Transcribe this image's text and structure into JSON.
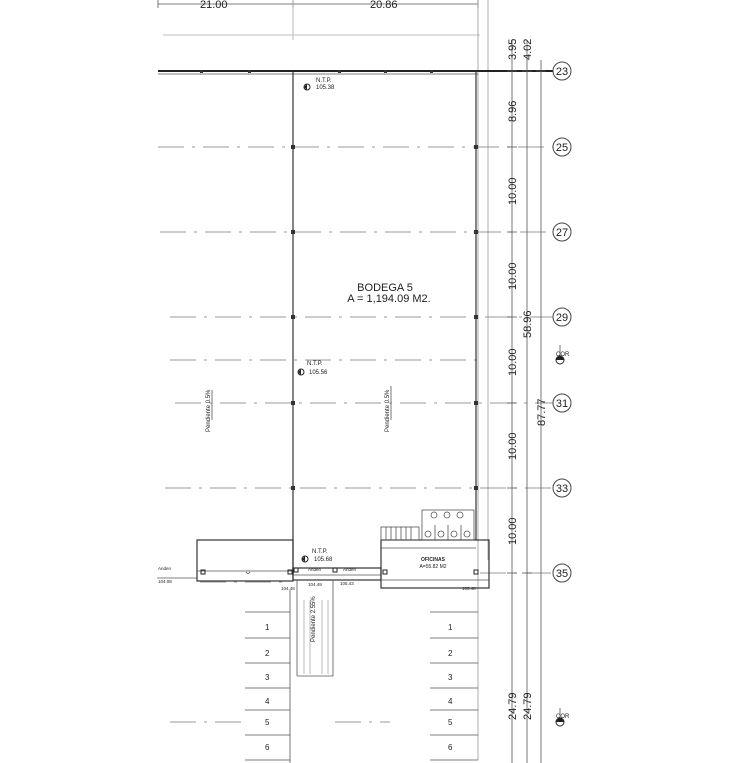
{
  "top_dimensions": [
    "21.00",
    "20.86"
  ],
  "right_dimensions": {
    "inner": [
      "3.95",
      "8.96",
      "10.00",
      "10.00",
      "10.00",
      "10.00",
      "10.00",
      "24.79"
    ],
    "outer": [
      "4.02",
      "58.96",
      "87.77",
      "24.79"
    ]
  },
  "grid_axes": [
    "23",
    "25",
    "27",
    "29",
    "31",
    "33",
    "35"
  ],
  "cor_markers": [
    "COR",
    "COR"
  ],
  "bodega": {
    "name": "BODEGA 5",
    "area": "A = 1,194.09 M2."
  },
  "levels": [
    {
      "label": "N.T.P.",
      "value": "105.38"
    },
    {
      "label": "N.T.P.",
      "value": "105.56"
    },
    {
      "label": "N.T.P.",
      "value": "105.68"
    }
  ],
  "slopes": [
    "Pendiente 0.5%",
    "Pendiente 0.5%",
    "Pendiente 2.55%"
  ],
  "anden_labels": [
    "Anden",
    "Anden",
    "Anden"
  ],
  "small_levels": [
    "104.08",
    "104.48",
    "104.49",
    "105.43",
    "105.48"
  ],
  "oficinas": {
    "name": "OFICINAS",
    "area": "A=55.82 M2"
  },
  "parking_left": [
    "1",
    "2",
    "3",
    "4",
    "5",
    "6"
  ],
  "parking_right": [
    "1",
    "2",
    "3",
    "4",
    "5",
    "6"
  ]
}
